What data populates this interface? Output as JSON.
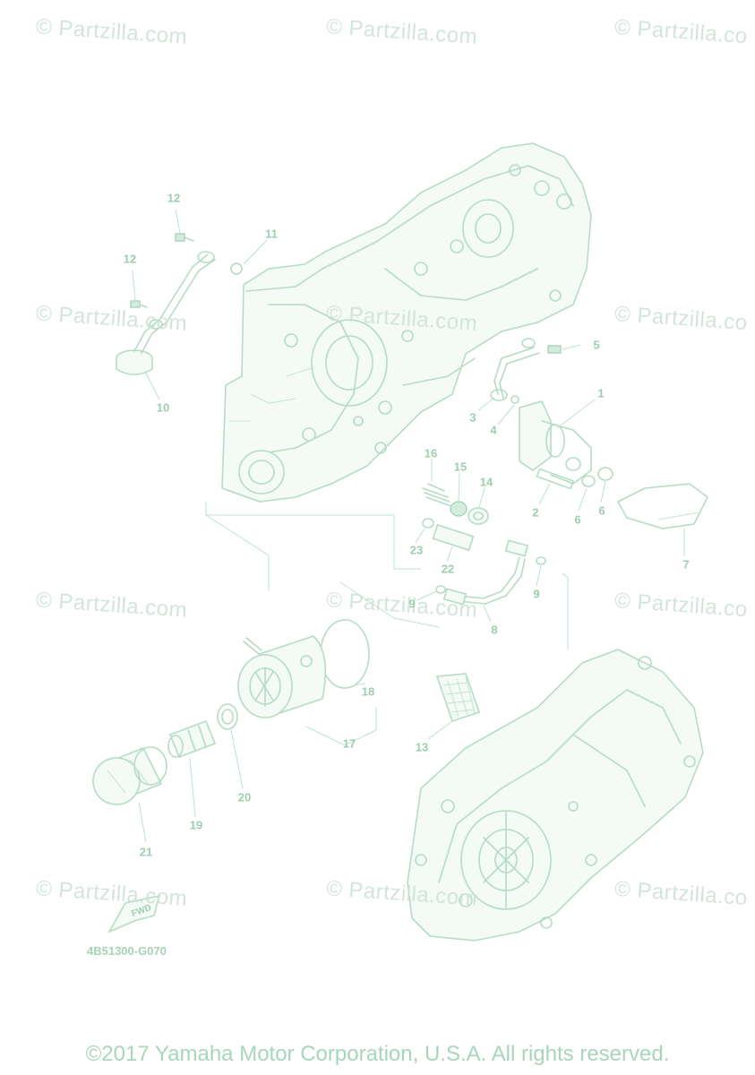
{
  "watermarks": [
    {
      "text": "© Partzilla.com"
    },
    {
      "text": "© Partzilla.com"
    },
    {
      "text": "© Partzilla.co"
    },
    {
      "text": "© Partzilla.com"
    },
    {
      "text": "© Partzilla.com"
    },
    {
      "text": "© Partzilla.co"
    },
    {
      "text": "© Partzilla.com"
    },
    {
      "text": "© Partzilla.com"
    },
    {
      "text": "© Partzilla.co"
    },
    {
      "text": "© Partzilla.com"
    },
    {
      "text": "© Partzilla.com"
    },
    {
      "text": "© Partzilla.co"
    }
  ],
  "callouts": [
    "12",
    "11",
    "12",
    "10",
    "5",
    "1",
    "3",
    "4",
    "16",
    "15",
    "14",
    "2",
    "6",
    "6",
    "7",
    "23",
    "22",
    "9",
    "9",
    "8",
    "18",
    "13",
    "17",
    "20",
    "19",
    "21"
  ],
  "diagram_code": "4B51300-G070",
  "fwd_label": "FWD",
  "copyright": "©2017 Yamaha Motor Corporation, U.S.A. All rights reserved.",
  "colors": {
    "line": "#b5dcc4",
    "text": "#9ecdb0",
    "watermark": "#cfe3d7"
  }
}
